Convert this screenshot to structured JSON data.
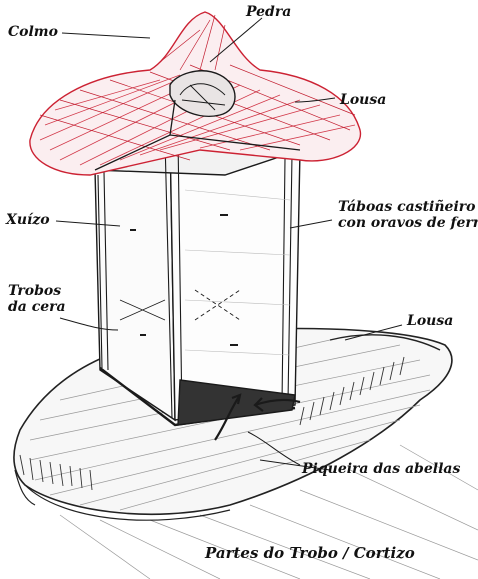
{
  "labels": {
    "colmo": "Colmo",
    "pedra": "Pedra",
    "lousa_top": "Lousa",
    "xuizo": "Xuízo",
    "taboas_line1": "Táboas castiñeiro",
    "taboas_line2": "con oravos de ferro",
    "trobos_line1": "Trobos",
    "trobos_line2": "da cera",
    "lousa_base": "Lousa",
    "piqueira": "Piqueira das abellas"
  },
  "caption": "Partes do Trobo / Cortizo",
  "colors": {
    "ink": "#1a1a1a",
    "roof_red": "#cc2233",
    "hatch": "#888888"
  }
}
